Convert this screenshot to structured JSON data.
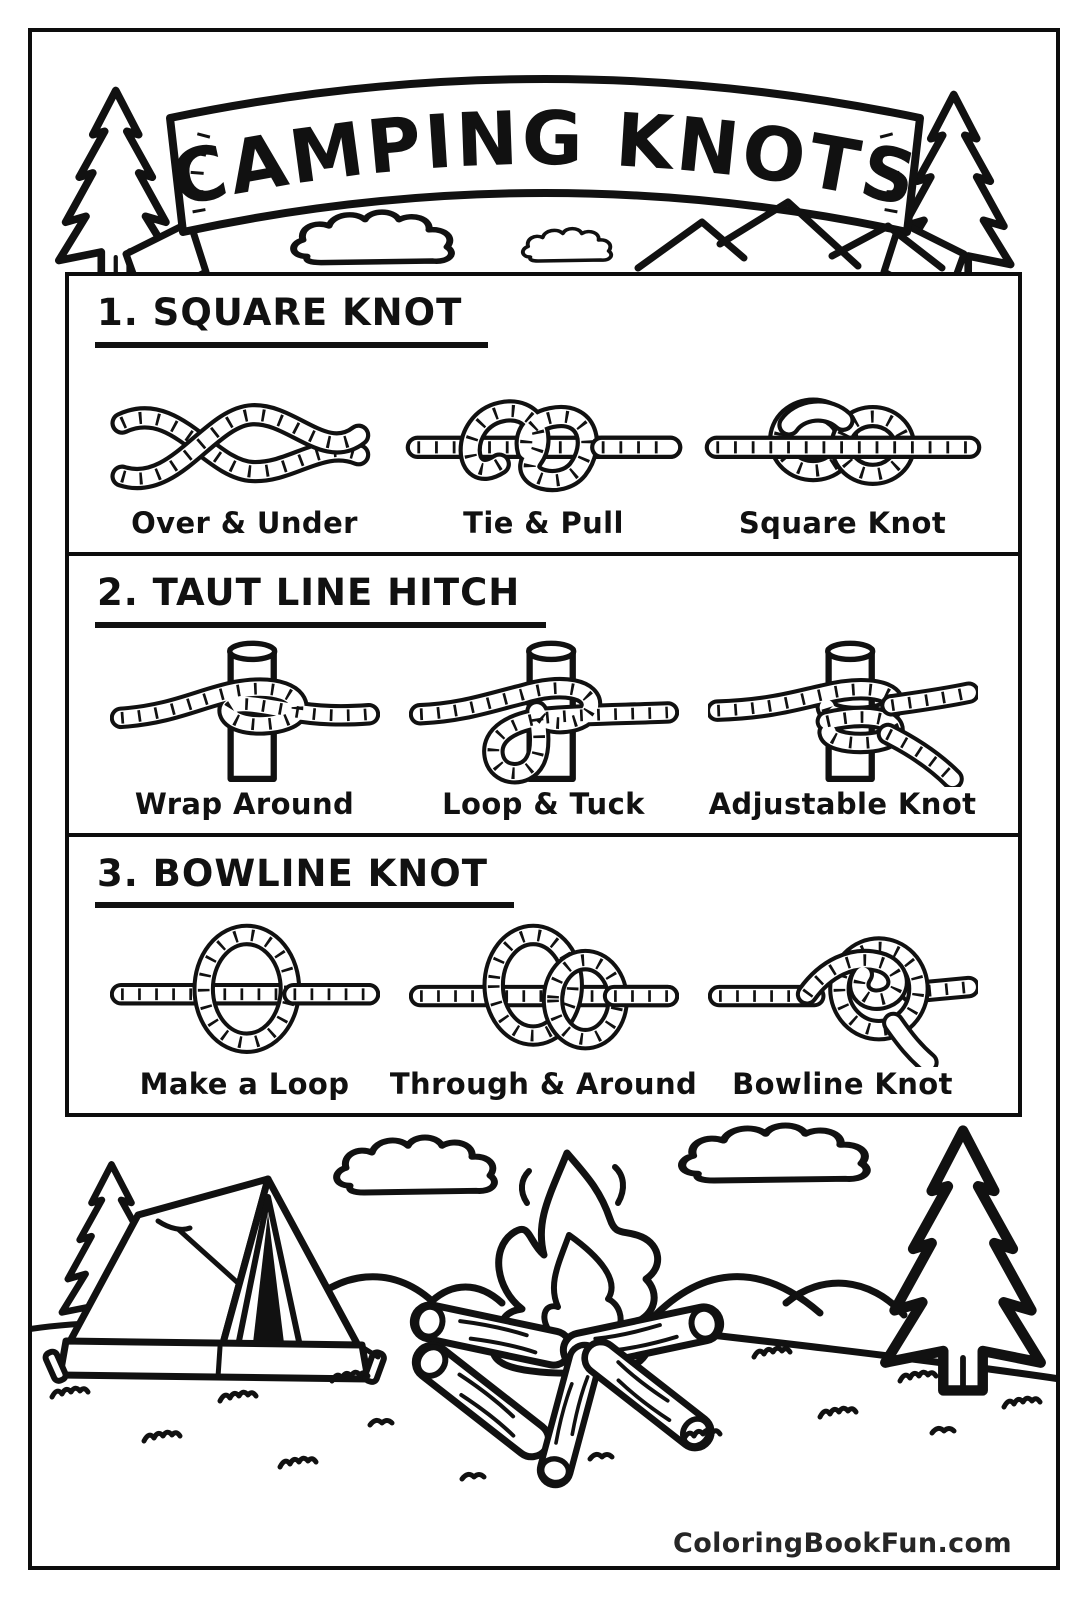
{
  "page": {
    "background": "#ffffff",
    "ink": "#111111"
  },
  "header": {
    "title": "CAMPING KNOTS",
    "decorations": [
      "ribbon-banner",
      "pine-tree-left",
      "pine-tree-right",
      "cloud",
      "mountains"
    ]
  },
  "sections": [
    {
      "heading": "1. SQUARE KNOT",
      "steps": [
        {
          "label": "Over & Under",
          "illustration": "two-ropes-twisted"
        },
        {
          "label": "Tie & Pull",
          "illustration": "loose-square-knot"
        },
        {
          "label": "Square Knot",
          "illustration": "finished-square-knot"
        }
      ]
    },
    {
      "heading": "2. TAUT LINE HITCH",
      "steps": [
        {
          "label": "Wrap Around",
          "illustration": "rope-wrapped-around-post"
        },
        {
          "label": "Loop & Tuck",
          "illustration": "rope-loop-tucked-on-post"
        },
        {
          "label": "Adjustable Knot",
          "illustration": "adjustable-hitch-on-post"
        }
      ]
    },
    {
      "heading": "3. BOWLINE KNOT",
      "steps": [
        {
          "label": "Make a Loop",
          "illustration": "loop-over-rope"
        },
        {
          "label": "Through & Around",
          "illustration": "rope-through-interlocked-loops"
        },
        {
          "label": "Bowline Knot",
          "illustration": "finished-bowline-knot"
        }
      ]
    }
  ],
  "scene": {
    "elements": [
      "tent",
      "campfire",
      "logs",
      "pine-tree-small",
      "pine-tree-large",
      "clouds",
      "hills",
      "grass-tufts"
    ]
  },
  "footer": {
    "website": "ColoringBookFun.com"
  }
}
